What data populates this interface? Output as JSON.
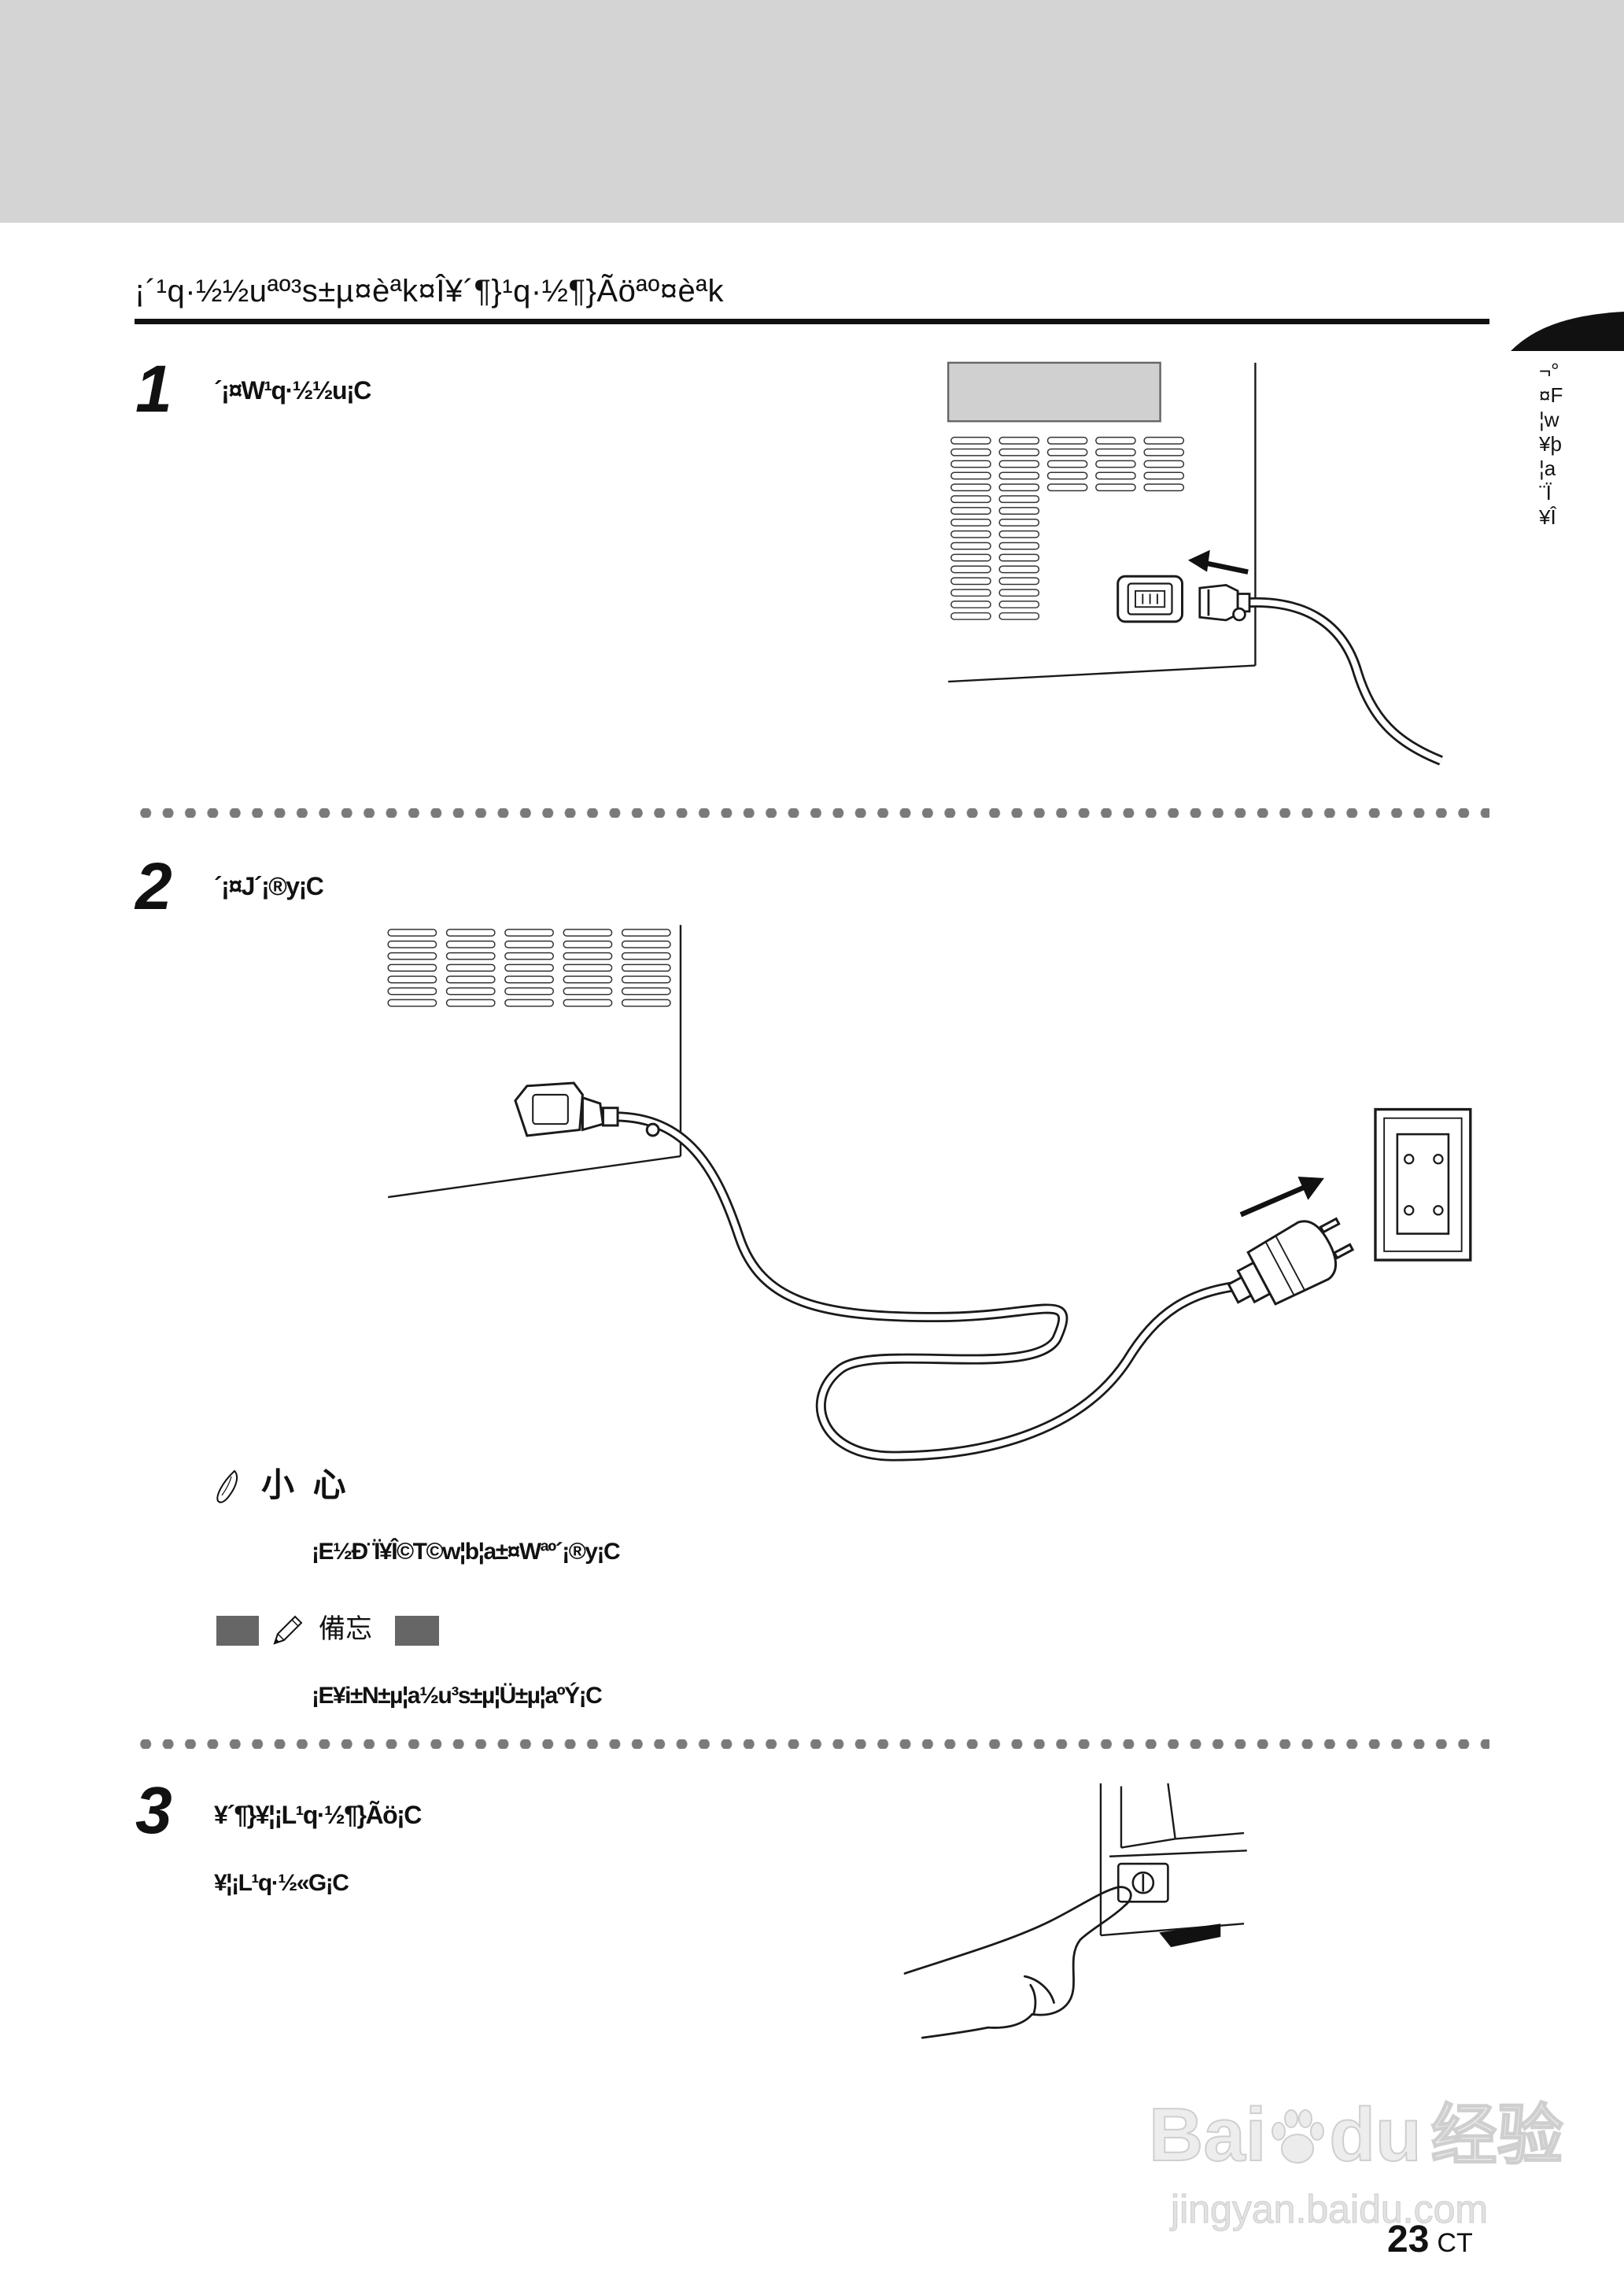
{
  "header_band": {
    "color": "#d4d4d4"
  },
  "title": "¡´¹q·½½uªº³s±µ¤èªk¤Î¥´¶}¹q·½¶}Ãöªº¤èªk",
  "side_tab": {
    "color": "#111111",
    "lines": [
      "¬°",
      "¤F",
      "¦w",
      "¥þ",
      "¦a",
      "¨Ï",
      "¥Î"
    ]
  },
  "steps": [
    {
      "number": "1",
      "text": "´¡¤W¹q·½½u¡C"
    },
    {
      "number": "2",
      "text": "´¡¤J´¡®y¡C"
    },
    {
      "number": "3",
      "text": "¥´¶}¥¦¡L¹q·½¶}Ãö¡C",
      "subtext": "¥¦¡L¹q·½«G¡C"
    }
  ],
  "caution": {
    "icon": "caution-drop-icon",
    "heading": "小 心",
    "text": "¡E½Ð¨Ï¥Î©T©w¦b¦a±¤Wªº´¡®y¡C"
  },
  "memo": {
    "icon": "pencil-icon",
    "heading": "備忘",
    "text": "¡E¥i±N±µ¦a½u³s±µ¦Ü±µ¦aºÝ¡C"
  },
  "page_number": {
    "number": "23",
    "suffix": "CT"
  },
  "watermark": {
    "logo_left": "Bai",
    "logo_right": "du",
    "logo_cn": "经验",
    "url": "jingyan.baidu.com"
  }
}
